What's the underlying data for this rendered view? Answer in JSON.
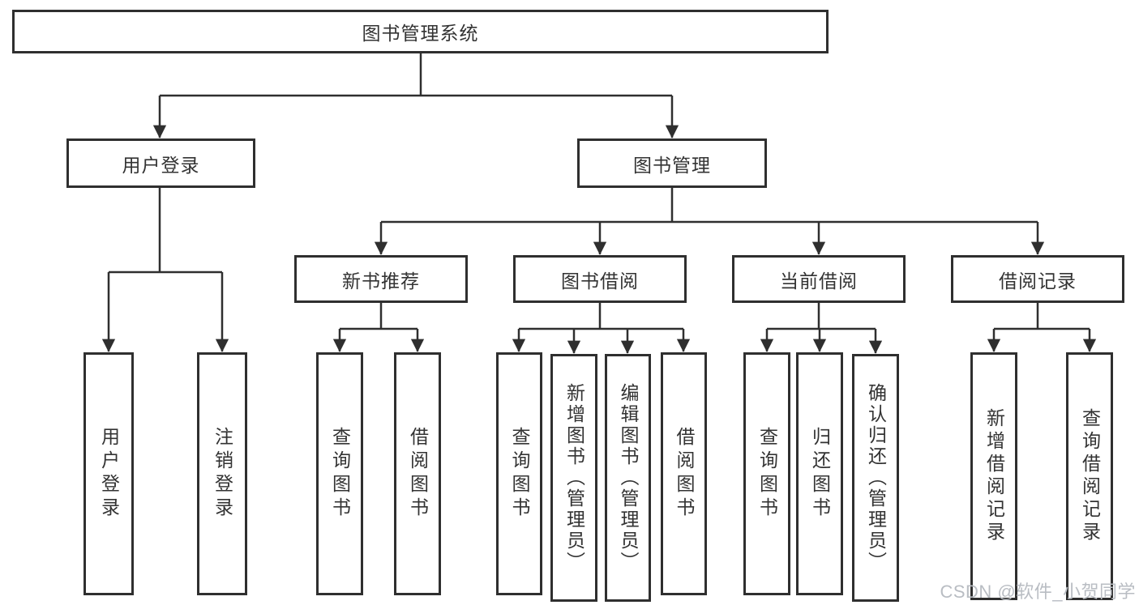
{
  "diagram_title": "图书管理系统",
  "tree": {
    "root": {
      "label": "图书管理系统"
    },
    "level2": [
      {
        "label": "用户登录",
        "children": [
          "用户登录",
          "注销登录"
        ]
      },
      {
        "label": "图书管理"
      }
    ],
    "level3": [
      {
        "label": "新书推荐",
        "children": [
          "查询图书",
          "借阅图书"
        ]
      },
      {
        "label": "图书借阅",
        "children": [
          "查询图书",
          "新增图书（管理员）",
          "编辑图书（管理员）",
          "借阅图书"
        ]
      },
      {
        "label": "当前借阅",
        "children": [
          "查询图书",
          "归还图书",
          "确认归还（管理员）"
        ]
      },
      {
        "label": "借阅记录",
        "children": [
          "新增借阅记录",
          "查询借阅记录"
        ]
      }
    ]
  },
  "watermark": "CSDN @软件_小贺同学",
  "colors": {
    "line": "#333333",
    "border": "#2f2f2f",
    "text": "#333333",
    "watermark": "#b9bdc3",
    "background": "#ffffff"
  }
}
